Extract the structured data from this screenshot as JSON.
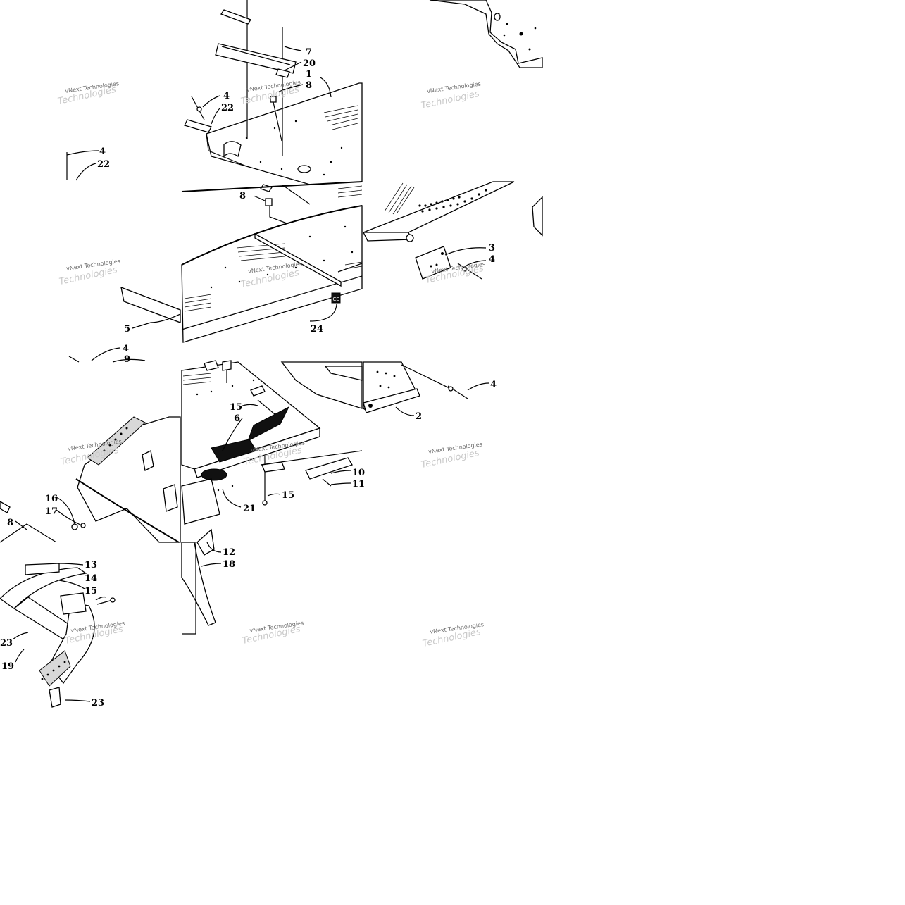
{
  "watermark": {
    "line1": "vNext Technologies",
    "line2": "Technologies"
  },
  "callouts": {
    "c1": "1",
    "c2": "2",
    "c3": "3",
    "c4a": "4",
    "c4b": "4",
    "c4c": "4",
    "c4d": "4",
    "c4e": "4",
    "c5": "5",
    "c6": "6",
    "c7": "7",
    "c8a": "8",
    "c8b": "8",
    "c8c": "8",
    "c9": "9",
    "c10": "10",
    "c11": "11",
    "c12": "12",
    "c13": "13",
    "c14": "14",
    "c15a": "15",
    "c15b": "15",
    "c15c": "15",
    "c16": "16",
    "c17": "17",
    "c18": "18",
    "c19": "19",
    "c20": "20",
    "c21": "21",
    "c22a": "22",
    "c22b": "22",
    "c23a": "23",
    "c23b": "23",
    "c24": "24"
  },
  "decal": {
    "ce_mark": "CE"
  }
}
